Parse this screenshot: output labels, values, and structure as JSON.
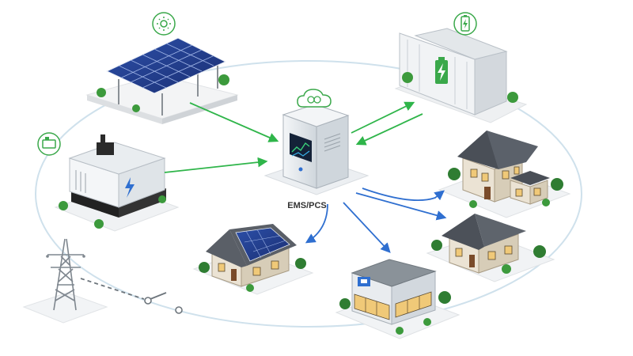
{
  "diagram": {
    "center_label": "EMS/PCS",
    "colors": {
      "supply_arrow": "#2fb54a",
      "load_arrow": "#2f6fd0",
      "ring": "#cfe1ec",
      "icon_badge": "#3aa84a"
    },
    "nodes": [
      {
        "name": "solar-array",
        "icon": "sun-icon"
      },
      {
        "name": "battery-container",
        "icon": "battery-icon"
      },
      {
        "name": "generator",
        "icon": "generator-icon"
      },
      {
        "name": "ems-pcs-cabinet",
        "icon": "brain-cloud-icon"
      },
      {
        "name": "house-large"
      },
      {
        "name": "house-medium"
      },
      {
        "name": "house-solar"
      },
      {
        "name": "shop"
      },
      {
        "name": "grid-tower"
      }
    ]
  }
}
